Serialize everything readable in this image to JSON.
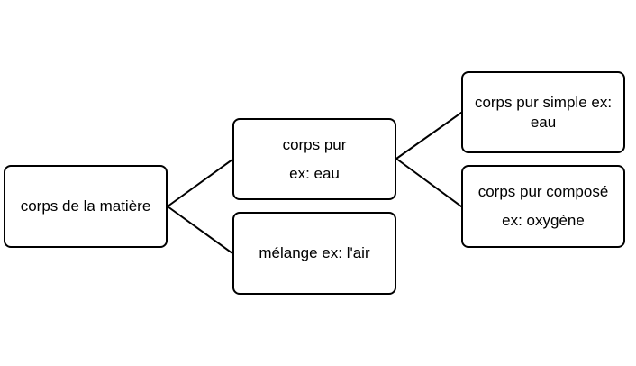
{
  "diagram": {
    "root": {
      "label": "corps de la matière"
    },
    "pure": {
      "line1": "corps pur",
      "line2": "ex: eau"
    },
    "mixture": {
      "label": "mélange ex: l'air"
    },
    "simple": {
      "line1": "corps pur simple ex:",
      "line2": "eau"
    },
    "compound": {
      "line1": "corps pur composé",
      "line2": "ex: oxygène"
    },
    "colors": {
      "stroke": "#000000",
      "fill": "#ffffff"
    }
  }
}
